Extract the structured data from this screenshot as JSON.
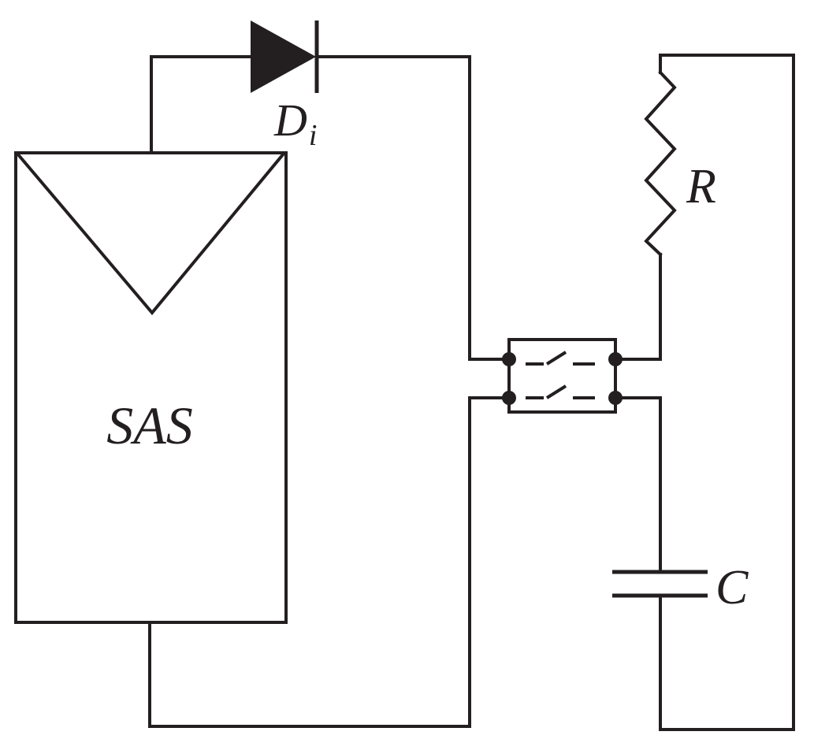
{
  "diagram": {
    "labels": {
      "source": "SAS",
      "diode": "D",
      "diode_subscript": "i",
      "resistor": "R",
      "capacitor": "C"
    },
    "colors": {
      "line": "#231f20",
      "background": "#ffffff"
    }
  }
}
